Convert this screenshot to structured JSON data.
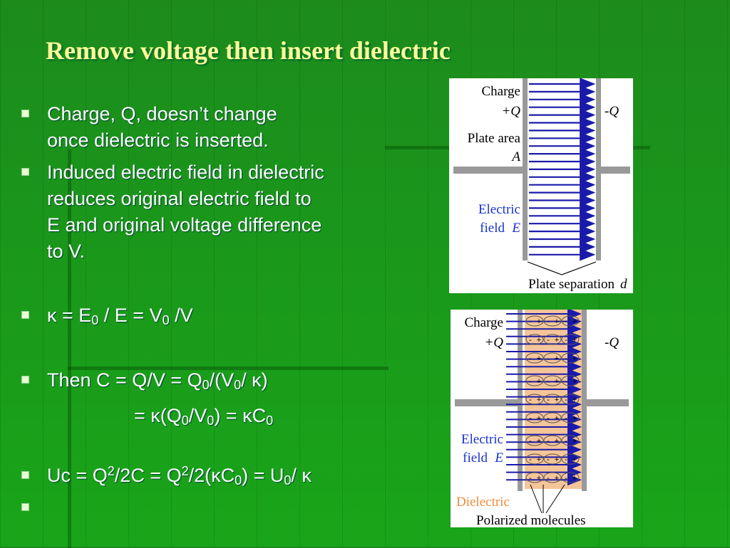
{
  "slide": {
    "title": "Remove voltage then insert dielectric",
    "bullets": {
      "b1": {
        "line1": "Charge, Q,  doesn’t change",
        "line2": "once dielectric is inserted."
      },
      "b2": {
        "line1": "Induced electric field in dielectric",
        "line2": "reduces original electric field to",
        "line3": "E and original voltage difference",
        "line4": "to V."
      },
      "b3": {
        "k": "κ =  E",
        "sub0": "0",
        "mid": " / E  = V",
        "sub1": "0",
        "end": " /V"
      },
      "b4": {
        "p1": "Then C = Q/V = Q",
        "s1": "0",
        "p2": "/(V",
        "s2": "0",
        "p3": "/ κ)"
      },
      "b4b": {
        "p1": "= κ(Q",
        "s1": "0",
        "p2": "/V",
        "s2": "0",
        "p3": ") = κC",
        "s3": "0"
      },
      "b5": {
        "p1": "Uc = Q",
        "sp1": "2",
        "p2": "/2C = Q",
        "sp2": "2",
        "p3": "/2(κC",
        "s1": "0",
        "p4": ") = U",
        "s2": "0",
        "p5": "/ κ"
      }
    }
  },
  "figure1": {
    "charge_label": "Charge",
    "plus_q": "+Q",
    "minus_q": "-Q",
    "plate_area": "Plate area",
    "area_symbol": "A",
    "electric": "Electric",
    "field": "field",
    "e_symbol": "E",
    "plate_sep": "Plate separation",
    "d_symbol": "d"
  },
  "figure2": {
    "charge_label": "Charge",
    "plus_q": "+Q",
    "minus_q": "-Q",
    "electric": "Electric",
    "field": "field",
    "e_symbol": "E",
    "dielectric": "Dielectric",
    "polarized": "Polarized molecules",
    "molecule_minus": "-",
    "molecule_plus": "+"
  },
  "colors": {
    "title": "#ffff99",
    "arrow": "#1a1aaa",
    "blue_text": "#1a33cc",
    "dielectric": "#f4c598",
    "dielectric_text": "#f08c3c"
  }
}
